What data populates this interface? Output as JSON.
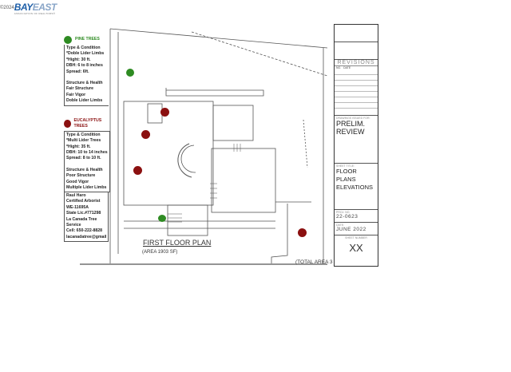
{
  "watermark": {
    "copyright": "©2024",
    "brand_a": "BAY",
    "brand_b": "EAST",
    "tagline": "ASSOCIATION OF REALTORS®"
  },
  "colors": {
    "pine": "#2e8b22",
    "eucalyptus": "#8b1010"
  },
  "legend": {
    "pine": {
      "title": "PINE TREES",
      "icon": "green-circle",
      "lines": [
        "Type & Condition",
        "*Doble Lider Limbs",
        "*Hight: 30 ft.",
        "DBH: 6 to 8 inches",
        "Spread: 6ft."
      ],
      "lines2": [
        "Structure & Health",
        "Fair Structure",
        "Fair Vigor",
        "Doble Lider Limbs"
      ]
    },
    "eucalyptus": {
      "title": "EUCALYPTUS TREES",
      "icon": "red-circle",
      "lines": [
        "Type & Condition",
        "*Multi Lider Trees",
        "*Hight: 35 ft.",
        "DBH: 10 to 14 inches",
        "Spread: 8 to 10 ft."
      ],
      "lines2": [
        "Structure & Health",
        "Poor Structure",
        "Good Vigor",
        "Multiple Lider Limbs"
      ]
    },
    "arborist": [
      "Raul Haro",
      "Certified Arborist",
      "WE-11695A",
      "State Lic.#771298",
      "La Canada Tree Service",
      "Cell: 650-222-8828",
      "lacanadatree@gmail"
    ]
  },
  "plan": {
    "title": "FIRST FLOOR PLAN",
    "area": "(AREA 1903 SF)",
    "total_area": "(TOTAL AREA 3"
  },
  "title_block": {
    "drawings_issued_label": "DRAWINGS ISSUED FOR:",
    "issued_for": [
      "PRELIM.",
      "REVIEW"
    ],
    "sheet_title_label": "SHEET TITLE:",
    "sheet_title": [
      "FLOOR PLANS",
      "ELEVATIONS"
    ],
    "revisions": "REVISIONS",
    "rev_cols": [
      "NO.",
      "DATE"
    ],
    "project_no_label": "PROJ. NO.",
    "project_no": "22-0623",
    "date_label": "DATE:",
    "date": "JUNE 2022",
    "sheet_number_label": "SHEET NUMBER",
    "sheet_number": "XX"
  }
}
